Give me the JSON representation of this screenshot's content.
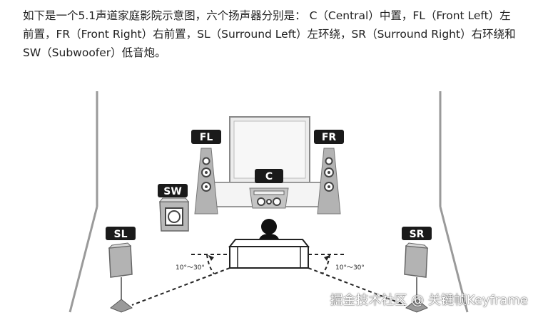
{
  "intro": {
    "line1": "如下是一个5.1声道家庭影院示意图，六个扬声器分别是： C（Central）中置，FL（Front Left）左",
    "line2": "前置，FR（Front Right）右前置，SL（Surround Left）左环绕，SR（Surround Right）右环绕和",
    "line3": "SW（Subwoofer）低音炮。"
  },
  "diagram": {
    "labels": {
      "fl": "FL",
      "fr": "FR",
      "c": "C",
      "sw": "SW",
      "sl": "SL",
      "sr": "SR"
    },
    "angle_left": "10°～30°",
    "angle_right": "10°～30°"
  },
  "watermark": "掘金技术社区 @ 关键帧Keyframe",
  "colors": {
    "label_bg": "#1a1a1a",
    "speaker_gray": "#b3b3b3",
    "wall_line": "#9a9a9a"
  }
}
